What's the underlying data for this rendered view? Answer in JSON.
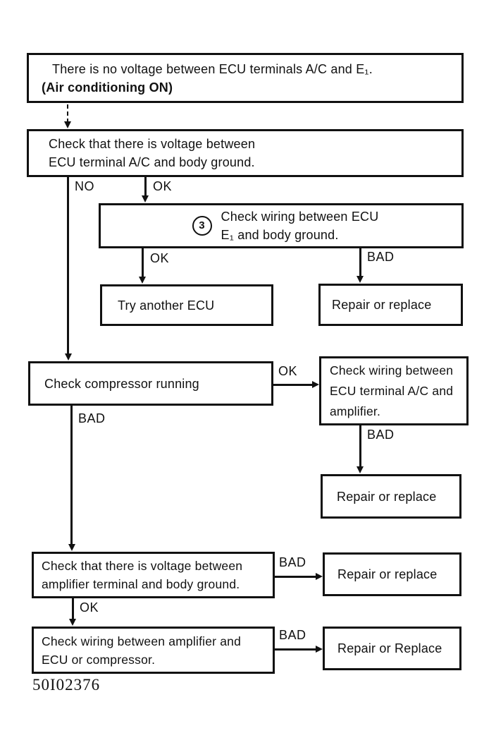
{
  "figure_code": "50I02376",
  "colors": {
    "ink": "#111111",
    "paper": "#ffffff"
  },
  "nodes": {
    "start": {
      "line1": "There is no voltage between ECU terminals A/C and E₁.",
      "line2": "(Air conditioning ON)"
    },
    "check_voltage_ecu": {
      "line1": "Check that there is voltage between",
      "line2": "ECU terminal A/C and body ground."
    },
    "check_wiring_e1": {
      "step_number": "3",
      "line1": "Check wiring between ECU",
      "line2": "E₁ and body ground."
    },
    "try_another_ecu": {
      "text": "Try another ECU"
    },
    "repair_replace_1": {
      "text": "Repair or replace"
    },
    "check_compressor": {
      "text": "Check compressor running"
    },
    "check_wiring_amp": {
      "line1": "Check wiring between",
      "line2": "ECU terminal A/C and",
      "line3": "amplifier."
    },
    "repair_replace_2": {
      "text": "Repair or replace"
    },
    "check_voltage_amp": {
      "line1": "Check that there is voltage between",
      "line2": "amplifier terminal and body ground."
    },
    "repair_replace_3": {
      "text": "Repair or replace"
    },
    "check_wiring_final": {
      "line1": "Check wiring between amplifier and",
      "line2": "ECU or compressor."
    },
    "repair_replace_4": {
      "text": "Repair or Replace"
    }
  },
  "edge_labels": {
    "no1": "NO",
    "ok1": "OK",
    "ok2": "OK",
    "bad1": "BAD",
    "ok3": "OK",
    "bad2": "BAD",
    "bad3": "BAD",
    "bad4": "BAD",
    "ok4": "OK",
    "bad5": "BAD"
  }
}
